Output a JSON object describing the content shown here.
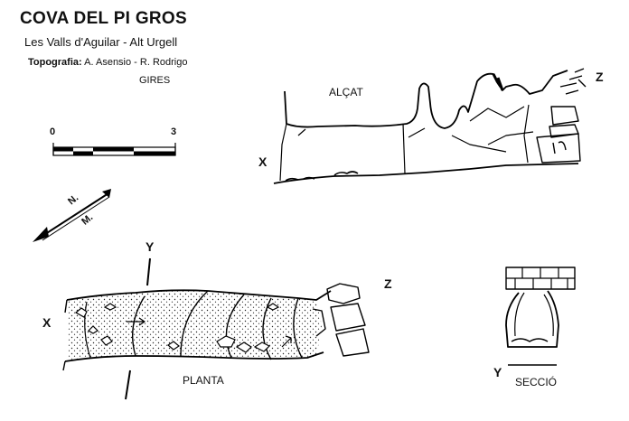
{
  "header": {
    "title": "COVA DEL PI GROS",
    "location": "Les Valls d'Aguilar - Alt Urgell",
    "topography_label": "Topografia:",
    "topography_authors": "A. Asensio - R. Rodrigo",
    "group": "GIRES"
  },
  "scale": {
    "min": "0",
    "max": "3"
  },
  "north": {
    "n": "N.",
    "m": "M."
  },
  "views": {
    "elevation": {
      "title": "ALÇAT",
      "start": "X",
      "end": "Z"
    },
    "plan": {
      "title": "PLANTA",
      "start": "X",
      "end": "Z",
      "section_mark": "Y"
    },
    "section": {
      "title": "SECCIÓ",
      "mark": "Y"
    }
  }
}
